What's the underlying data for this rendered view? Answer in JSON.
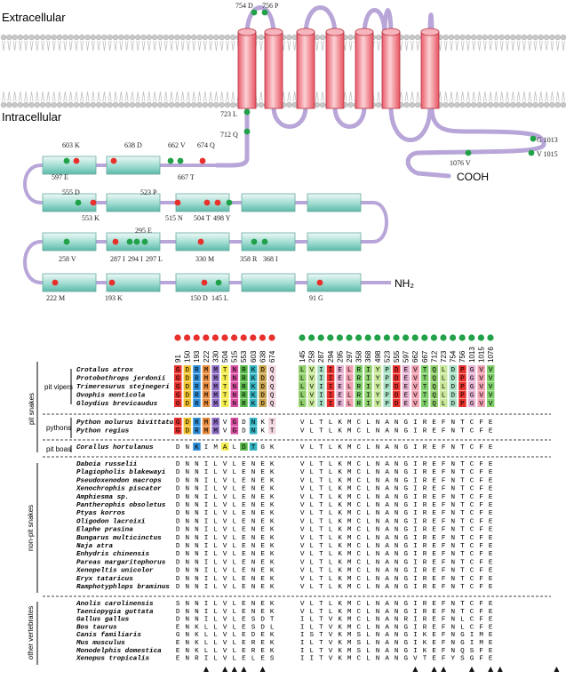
{
  "labels": {
    "extracellular": "Extracellular",
    "intracellular": "Intracellular",
    "cooh": "COOH",
    "nh2": "NH₂"
  },
  "tm_annotations": [
    "754 D",
    "756 P",
    "723 L",
    "712 Q",
    "G 1013",
    "V 1015",
    "1076 V"
  ],
  "row1_annotations": [
    "603 K",
    "638 D",
    "662 V",
    "674 Q",
    "597 E",
    "667 T"
  ],
  "row2_annotations": [
    "555 D",
    "523 P",
    "553 K",
    "515 N",
    "504 T",
    "498 Y"
  ],
  "row3_annotations": [
    "295 E",
    "258 V",
    "287 I",
    "294 I",
    "297 L",
    "330 M",
    "358 R",
    "368 I"
  ],
  "row4_annotations": [
    "222 M",
    "193 K",
    "150 D",
    "145 L",
    "91 G"
  ],
  "positions_red": [
    "91",
    "150",
    "193",
    "222",
    "330",
    "504",
    "515",
    "553",
    "603",
    "638",
    "674"
  ],
  "positions_green": [
    "145",
    "258",
    "287",
    "294",
    "295",
    "297",
    "358",
    "368",
    "498",
    "523",
    "555",
    "597",
    "662",
    "667",
    "712",
    "723",
    "754",
    "756",
    "1013",
    "1015",
    "1076"
  ],
  "groups": {
    "pit_snakes": "pit snakes",
    "pit_vipers": "pit vipers",
    "pythons": "pythons",
    "pit_boas": "pit boas",
    "non_pit": "non-pit snakes",
    "other_vert": "other vertebrates"
  },
  "species": [
    {
      "name": "Crotalus atrox",
      "left": "GDRMMTNRKDQ",
      "right": "LVIIELRIYPDEVTQLDPGVV",
      "cl": "mmmmmmmmmmm",
      "cr": "ggggggggggggggggggggg"
    },
    {
      "name": "Protobothrops jerdonii",
      "left": "GDRMMTNRKDQ",
      "right": "LVIIELRIYPDEVTQLDPGVV",
      "cl": "mmmmmmmmmmm",
      "cr": "ggggggggggggggggggggg"
    },
    {
      "name": "Trimeresurus stejnegeri",
      "left": "GDRMMTNRKDQ",
      "right": "LVIIELRIYPDEVTQLDPGVV",
      "cl": "mmmmmmmmmmm",
      "cr": "ggggggggggggggggggggg"
    },
    {
      "name": "Ovophis monticola",
      "left": "GDRMMTNRKDQ",
      "right": "LVIIELRIYPDEVTQLDPGVV",
      "cl": "mmmmmmmmmmm",
      "cr": "ggggggggggggggggggggg"
    },
    {
      "name": "Gloydius brevicaudus",
      "left": "GDRMMTNRKDQ",
      "right": "LVIIELRIYPDEVTQLDPGVV",
      "cl": "mmmmmmmmmmm",
      "cr": "ggggggggggggggggggggg"
    },
    {
      "name": "Python molurus bivittatus",
      "left": "GDRMMVGDNKT",
      "right": "VLTLKMCLNANGIREFNTCFE",
      "cl": "mmmmm.m.m.m",
      "cr": "....................."
    },
    {
      "name": "Python regius",
      "left": "GDRMMVGDNKT",
      "right": "VLTLKMCLNANGIREFNTCFE",
      "cl": "mmmmm.m.m.m",
      "cr": "....................."
    },
    {
      "name": "Corallus hortulanus",
      "left": "DNKIMALDTGK",
      "right": "VLTLKMCLNANGIREFNTCFE",
      "cl": "..m..m.mm..",
      "cr": "....................."
    },
    {
      "name": "Daboia russelii",
      "left": "DNNILVLENEK",
      "right": "VLTLKMCLNANGIREFNTCFE",
      "cl": "...........",
      "cr": "....................."
    },
    {
      "name": "Plagiopholis blakewayi",
      "left": "DNNILVLENEK",
      "right": "VLTLKMCLNANGIREFNTCFE",
      "cl": "...........",
      "cr": "....................."
    },
    {
      "name": "Pseudoxenodon macrops",
      "left": "DNNILVLENEK",
      "right": "VLTLKMCLNANGIREFNTCFE",
      "cl": "...........",
      "cr": "....................."
    },
    {
      "name": "Xenochrophis piscator",
      "left": "DNNILVLENEK",
      "right": "VLTLKMCLNANGIREFNTCFE",
      "cl": "...........",
      "cr": "....................."
    },
    {
      "name": "Amphiesma sp.",
      "left": "DNNILVLENEK",
      "right": "VLTLKMCLNANGIREFNTCFE",
      "cl": "...........",
      "cr": "....................."
    },
    {
      "name": "Pantherophis obsoletus",
      "left": "DNNILVLENEK",
      "right": "VLTLKMCLNANGIREFNTCFE",
      "cl": "...........",
      "cr": "....................."
    },
    {
      "name": "Ptyas korros",
      "left": "DNNILVLENEK",
      "right": "VLTLKMCLNANGIREFNTCFE",
      "cl": "...........",
      "cr": "....................."
    },
    {
      "name": "Oligodon lacroixi",
      "left": "DNNILVLENEK",
      "right": "VLTLKMCLNANGIREFNTCFE",
      "cl": "...........",
      "cr": "....................."
    },
    {
      "name": "Elaphe prasina",
      "left": "DNNILVLENEK",
      "right": "VLTLKMCLNANGIREFNTCFE",
      "cl": "...........",
      "cr": "....................."
    },
    {
      "name": "Bungarus multicinctus",
      "left": "DNNILVLENEK",
      "right": "VLTLKMCLNANGIREFNTCFE",
      "cl": "...........",
      "cr": "....................."
    },
    {
      "name": "Naja atra",
      "left": "DNNILVLENEK",
      "right": "VLTLKMCLNANGIREFNTCFE",
      "cl": "...........",
      "cr": "....................."
    },
    {
      "name": "Enhydris chinensis",
      "left": "DNNILVLENEK",
      "right": "VLTLKMCLNANGIREFNTCFE",
      "cl": "...........",
      "cr": "....................."
    },
    {
      "name": "Pareas margaritophorus",
      "left": "DNNILVLENEK",
      "right": "VLTLKMCLNANGIREFNTCFE",
      "cl": "...........",
      "cr": "....................."
    },
    {
      "name": "Xenopeltis unicolor",
      "left": "DNNILVLENEK",
      "right": "VLTLKMCLNANGIREFNTCFE",
      "cl": "...........",
      "cr": "....................."
    },
    {
      "name": "Eryx tataricus",
      "left": "DNNILVLENEK",
      "right": "VLTLKMCLNANGIREFNTCFE",
      "cl": "...........",
      "cr": "....................."
    },
    {
      "name": "Ramphotyphlops braminus",
      "left": "DNNILVLENEK",
      "right": "VLTLKMCLNANGIREFNTCFE",
      "cl": "...........",
      "cr": "....................."
    },
    {
      "name": "Anolis carolinensis",
      "left": "SNNILVLENEK",
      "right": "VLTLKMCLNANGIREFNTCFE",
      "cl": "...........",
      "cr": "....................."
    },
    {
      "name": "Taeniopygia guttata",
      "left": "DNNILVLENEK",
      "right": "VLTLKMCLNANGIREFNTCFE",
      "cl": "...........",
      "cr": "....................."
    },
    {
      "name": "Gallus gallus",
      "left": "DNNILVLESDT",
      "right": "ILTVKMCLNANRIREFNLCFE",
      "cl": "...........",
      "cr": "....................."
    },
    {
      "name": "Bos taurus",
      "left": "ENKLLVLESDL",
      "right": "ILTVKMCLNANGIREFNLCFE",
      "cl": "...........",
      "cr": "....................."
    },
    {
      "name": "Canis familiaris",
      "left": "GNKLLVLEDEK",
      "right": "ISTVKMSLNANGIKEFNGIME",
      "cl": "...........",
      "cr": "....................."
    },
    {
      "name": "Mus musculus",
      "left": "ENKLLVLEREK",
      "right": "ILTVKMSLNANGIKEFNGIME",
      "cl": "...........",
      "cr": "....................."
    },
    {
      "name": "Monodelphis domestica",
      "left": "ENKLLVLEREK",
      "right": "ILTVKMSLNANGIKEFNQSFE",
      "cl": "...........",
      "cr": "....................."
    },
    {
      "name": "Xenopus tropicalis",
      "left": "ENRILVLELES",
      "right": "IITVKMCLNANGVTEFYSGFE",
      "cl": "...........",
      "cr": "....................."
    }
  ],
  "triangle_columns": [
    3,
    5,
    6,
    7,
    9,
    23,
    25,
    26,
    29,
    31,
    32,
    38,
    40,
    41,
    42
  ],
  "colors": {
    "red_dot": "#e8302c",
    "green_dot": "#21a148",
    "loop": "#b8a6d8",
    "tm_pink": "#ef6f7c",
    "box_teal": "#7fcfc2",
    "bilayer": "#c9c9c9"
  }
}
